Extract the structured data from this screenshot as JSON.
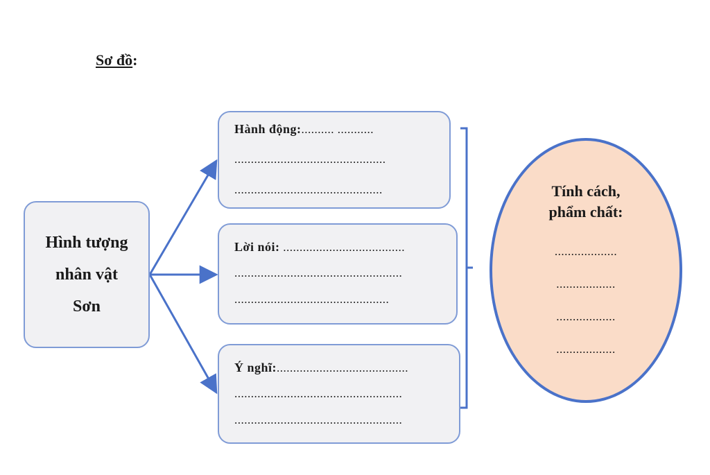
{
  "title": "Sơ đồ",
  "title_suffix": ":",
  "source": {
    "lines": [
      "Hình tượng",
      "nhân vật",
      "Sơn"
    ]
  },
  "details": [
    {
      "label": "Hành động:",
      "lines": [
        ".......... ...........",
        "..............................................",
        "............................................."
      ]
    },
    {
      "label": "Lời nói:",
      "lines": [
        " .....................................",
        "...................................................",
        "..............................................."
      ]
    },
    {
      "label": "Ý nghĩ:",
      "lines": [
        "........................................",
        "...................................................",
        "..................................................."
      ]
    }
  ],
  "result": {
    "heading_lines": [
      "Tính cách,",
      "phẩm chất:"
    ],
    "dots": [
      "...................",
      "..................",
      "..................",
      ".................."
    ]
  },
  "colors": {
    "box_border": "#7f9bd6",
    "box_fill": "#f1f1f3",
    "arrow": "#4a72c9",
    "oval_border": "#4a72c9",
    "oval_fill": "#fadcc8"
  }
}
